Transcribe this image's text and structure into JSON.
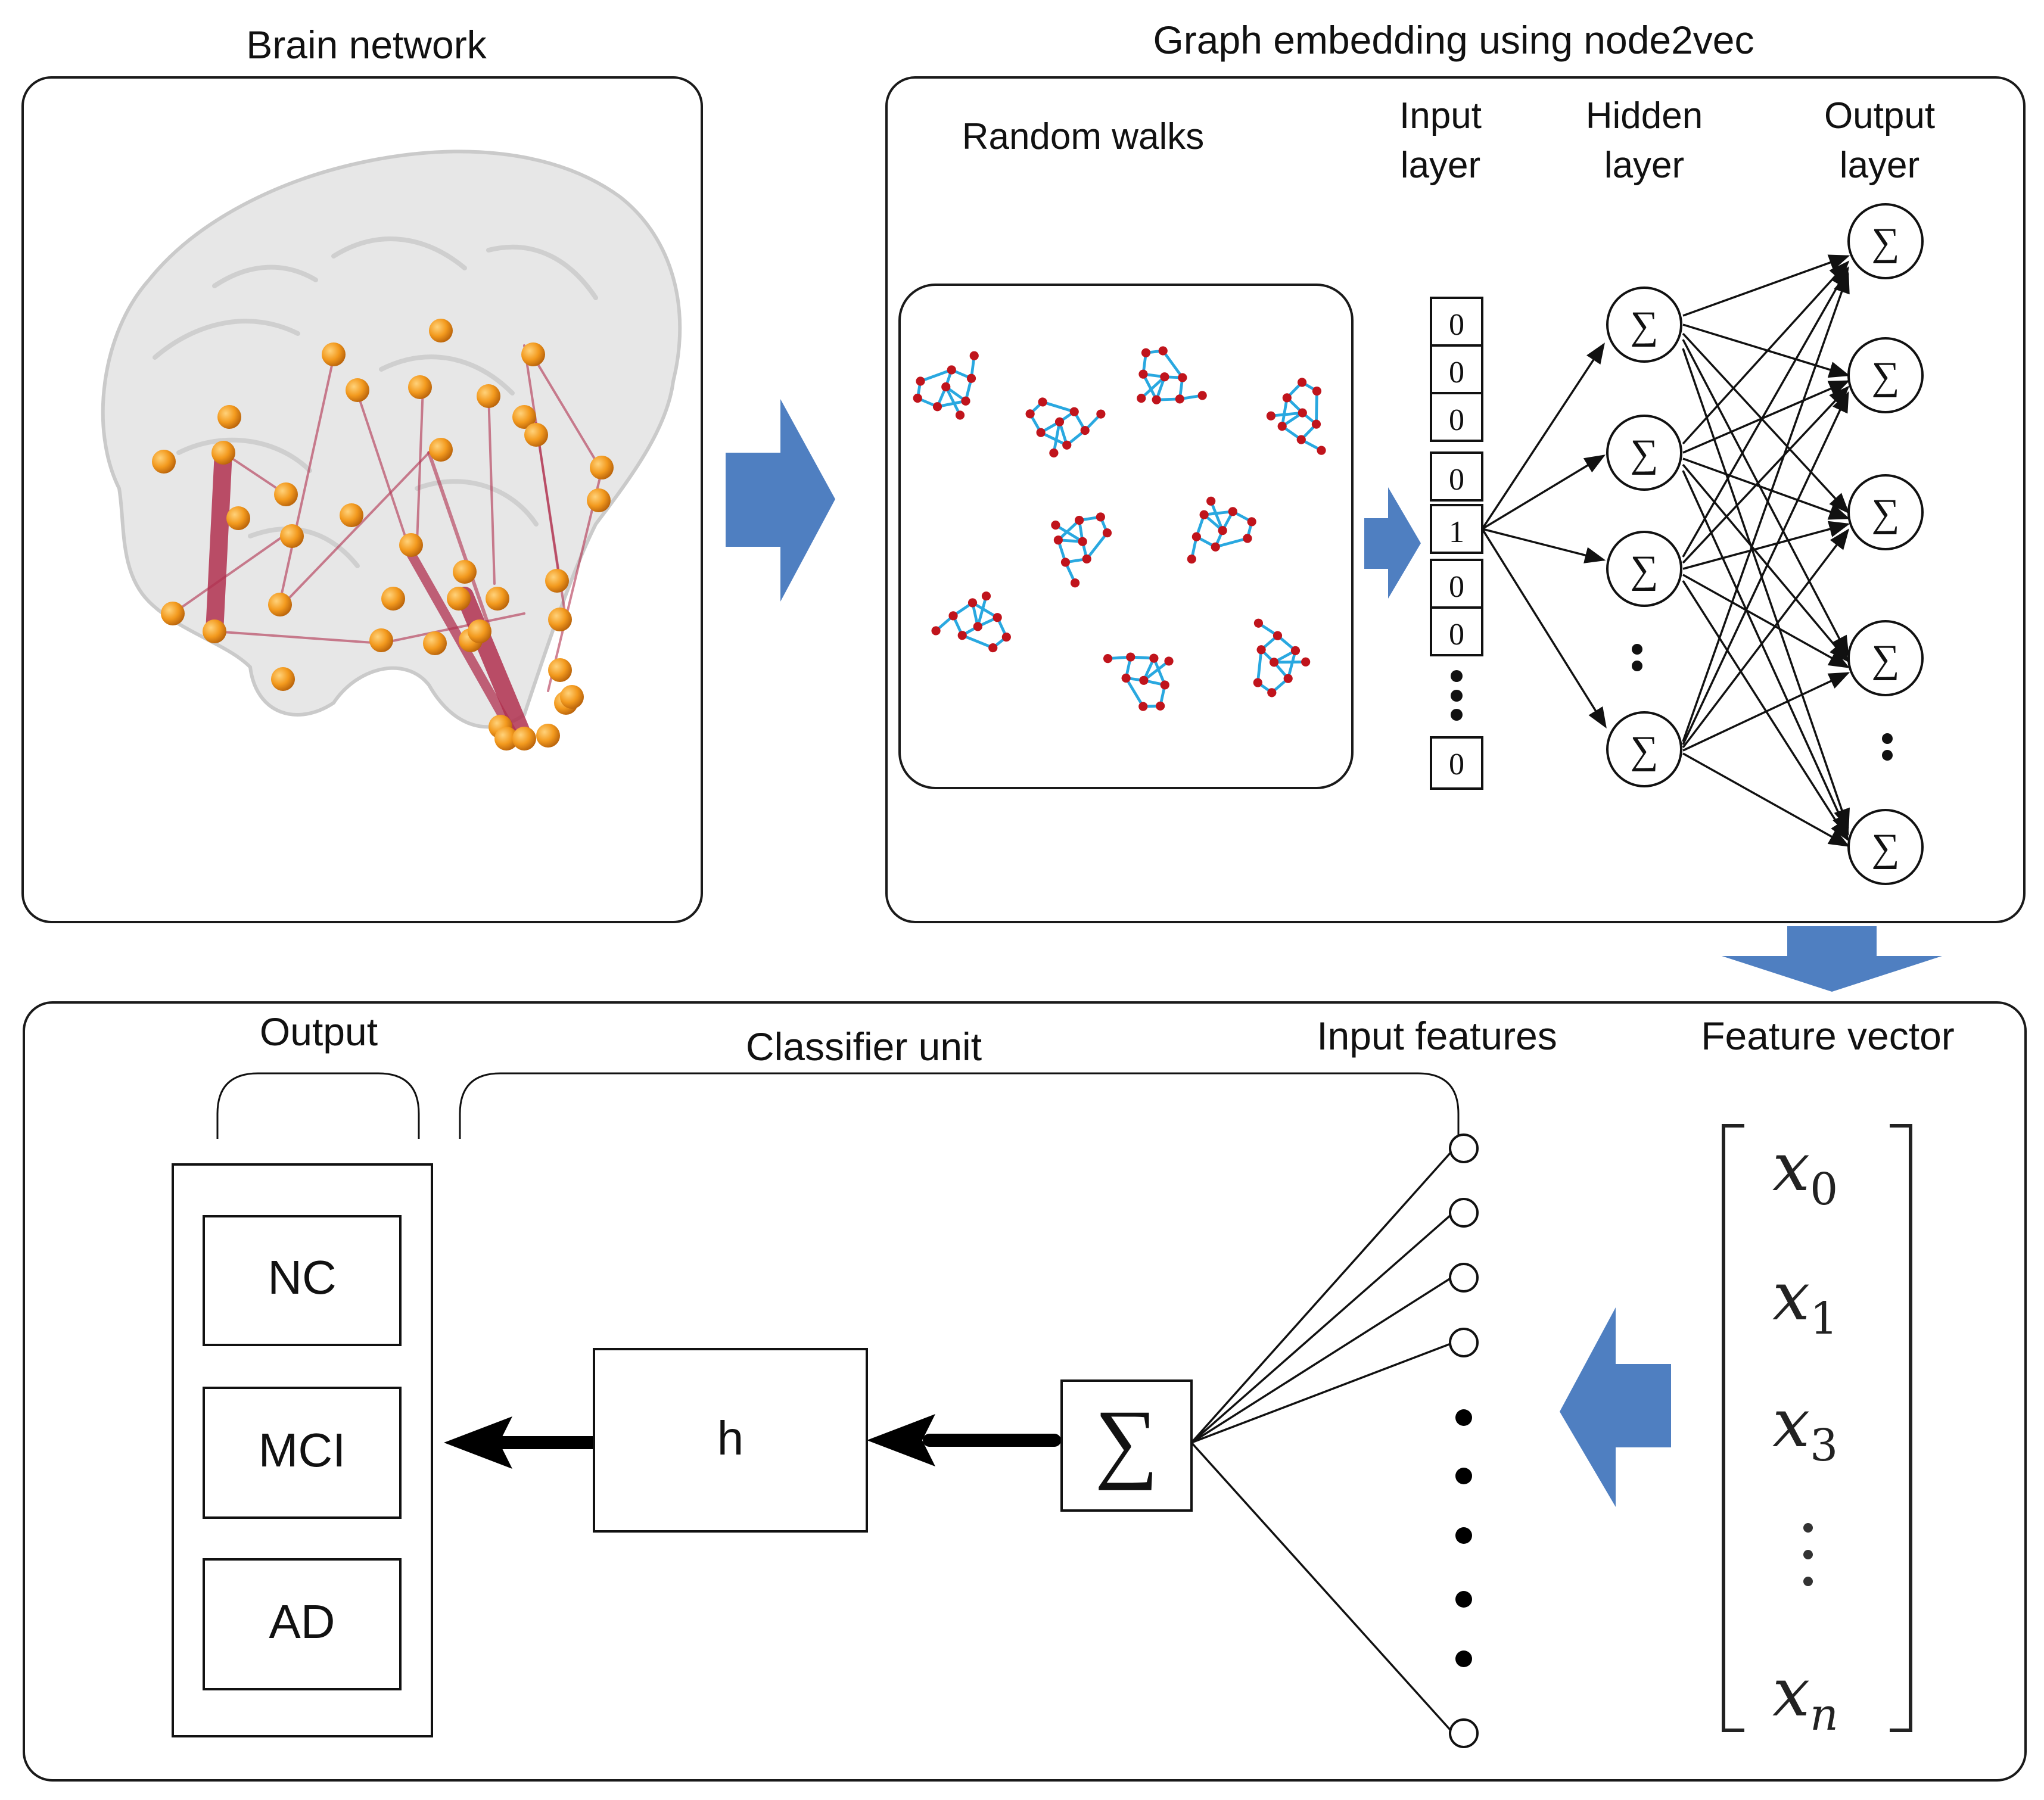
{
  "panels": {
    "brain": {
      "title": "Brain network"
    },
    "embedding": {
      "title": "Graph embedding using node2vec",
      "random_walks_label": "Random walks",
      "input_layer_label": [
        "Input",
        "layer"
      ],
      "hidden_layer_label": [
        "Hidden",
        "layer"
      ],
      "output_layer_label": [
        "Output",
        "layer"
      ],
      "input_vector": [
        "0",
        "0",
        "0",
        "0",
        "1",
        "0",
        "0",
        "0"
      ],
      "neuron_symbol": "∑"
    },
    "classifier": {
      "output_label": "Output",
      "classifier_unit_label": "Classifier unit",
      "input_features_label": "Input features",
      "feature_vector_label": "Feature vector",
      "classes": [
        "NC",
        "MCI",
        "AD"
      ],
      "activation_label": "h",
      "sum_symbol": "∑",
      "feature_vector": [
        {
          "base": "x",
          "sub": "0"
        },
        {
          "base": "x",
          "sub": "1"
        },
        {
          "base": "x",
          "sub": "3"
        },
        {
          "base": "x",
          "sub": "n"
        }
      ]
    }
  },
  "colors": {
    "arrow_fill": "#4f7fc1",
    "walk_edge": "#29a8e0",
    "walk_node": "#c0141c",
    "brain_node": "#f39a1e",
    "brain_edge": "#b0304f"
  }
}
